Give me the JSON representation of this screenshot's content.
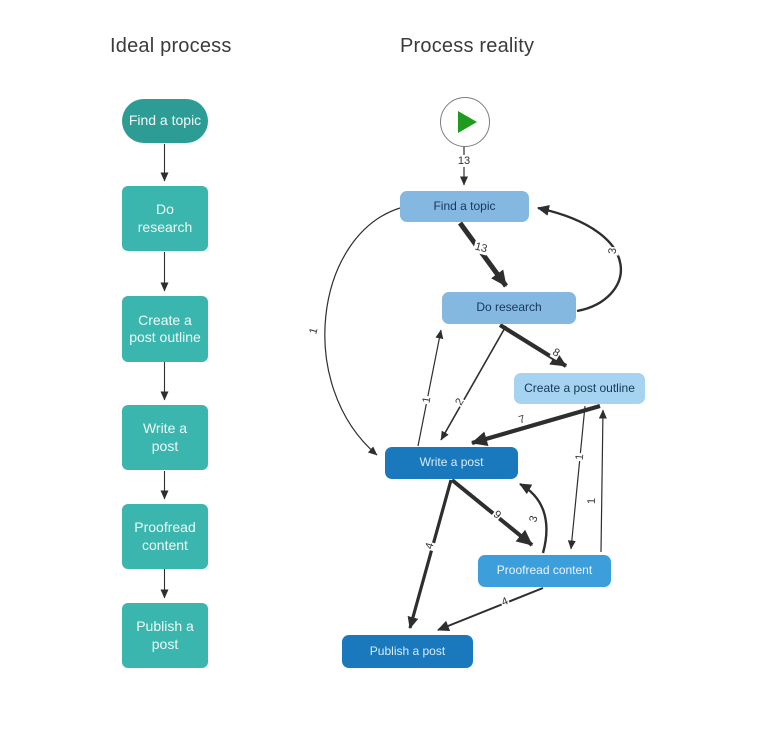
{
  "ideal": {
    "title": "Ideal process",
    "nodes": [
      {
        "id": "find-a-topic",
        "label": "Find a topic",
        "shape": "pill"
      },
      {
        "id": "do-research",
        "label": "Do\nresearch",
        "shape": "rect"
      },
      {
        "id": "create-a-post-outline",
        "label": "Create a\npost outline",
        "shape": "rect"
      },
      {
        "id": "write-a-post",
        "label": "Write a\npost",
        "shape": "rect"
      },
      {
        "id": "proofread-content",
        "label": "Proofread\ncontent",
        "shape": "rect"
      },
      {
        "id": "publish-a-post",
        "label": "Publish a\npost",
        "shape": "rect"
      }
    ]
  },
  "reality": {
    "title": "Process reality",
    "start": {
      "icon": "play-icon",
      "color": "#1f9c1f"
    },
    "nodes": [
      {
        "id": "find-a-topic",
        "label": "Find a topic",
        "color": "#85b8e1"
      },
      {
        "id": "do-research",
        "label": "Do research",
        "color": "#85b8e1"
      },
      {
        "id": "create-a-post-outline",
        "label": "Create a post outline",
        "color": "#a6d3f0"
      },
      {
        "id": "write-a-post",
        "label": "Write a post",
        "color": "#1a79bd"
      },
      {
        "id": "proofread-content",
        "label": "Proofread content",
        "color": "#3d9edc"
      },
      {
        "id": "publish-a-post",
        "label": "Publish a post",
        "color": "#1a79bd"
      }
    ],
    "edges": [
      {
        "from": "start",
        "to": "find-a-topic",
        "label": "13"
      },
      {
        "from": "find-a-topic",
        "to": "do-research",
        "label": "13"
      },
      {
        "from": "do-research",
        "to": "find-a-topic",
        "label": "3"
      },
      {
        "from": "find-a-topic",
        "to": "write-a-post",
        "label": "1"
      },
      {
        "from": "do-research",
        "to": "create-a-post-outline",
        "label": "8"
      },
      {
        "from": "write-a-post",
        "to": "do-research",
        "label": "1"
      },
      {
        "from": "do-research",
        "to": "write-a-post",
        "label": "2"
      },
      {
        "from": "create-a-post-outline",
        "to": "write-a-post",
        "label": "7"
      },
      {
        "from": "create-a-post-outline",
        "to": "proofread-content",
        "label": "1"
      },
      {
        "from": "proofread-content",
        "to": "create-a-post-outline",
        "label": "1"
      },
      {
        "from": "write-a-post",
        "to": "proofread-content",
        "label": "9"
      },
      {
        "from": "proofread-content",
        "to": "write-a-post",
        "label": "3"
      },
      {
        "from": "write-a-post",
        "to": "publish-a-post",
        "label": "4"
      },
      {
        "from": "proofread-content",
        "to": "publish-a-post",
        "label": "4"
      }
    ]
  },
  "colors": {
    "ideal_pill": "#2d9c95",
    "ideal_box": "#3ab6ae",
    "reality_light": "#85b8e1",
    "reality_lighter": "#a6d3f0",
    "reality_medium": "#3d9edc",
    "reality_dark": "#1a79bd",
    "edge": "#2e2e2e",
    "play": "#1f9c1f"
  }
}
